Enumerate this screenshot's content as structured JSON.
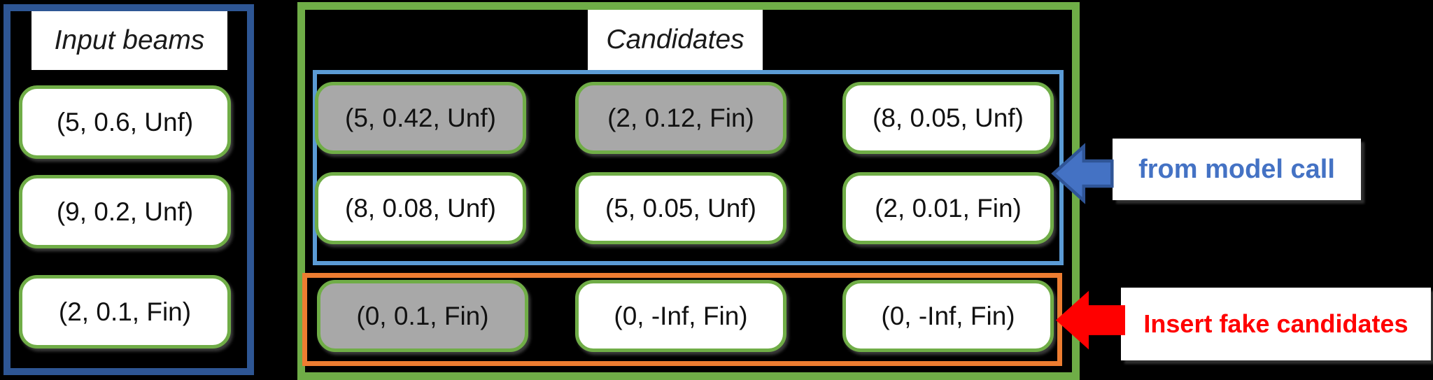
{
  "colors": {
    "background": "#000000",
    "input_panel_border": "#2e5694",
    "candidates_panel_border": "#6fad47",
    "cell_border_green": "#70ad47",
    "model_group_border": "#5b9bd5",
    "fake_group_border": "#ed7d31",
    "cell_gray_fill": "#a8a8a8",
    "arrow_blue_fill": "#4472c4",
    "arrow_blue_outline": "#2f5597",
    "arrow_red_fill": "#ff0000",
    "label_blue_text": "#4472c4",
    "label_red_text": "#ff0000"
  },
  "input_beams": {
    "title": "Input beams",
    "cells": [
      {
        "text": "(5, 0.6, Unf)",
        "variant": "white"
      },
      {
        "text": "(9, 0.2, Unf)",
        "variant": "white"
      },
      {
        "text": "(2, 0.1, Fin)",
        "variant": "white"
      }
    ]
  },
  "candidates": {
    "title": "Candidates",
    "model_call_rows": [
      [
        {
          "text": "(5, 0.42, Unf)",
          "variant": "gray"
        },
        {
          "text": "(2, 0.12, Fin)",
          "variant": "gray"
        },
        {
          "text": "(8, 0.05, Unf)",
          "variant": "white"
        }
      ],
      [
        {
          "text": "(8, 0.08, Unf)",
          "variant": "white"
        },
        {
          "text": "(5, 0.05, Unf)",
          "variant": "white"
        },
        {
          "text": "(2, 0.01, Fin)",
          "variant": "white"
        }
      ]
    ],
    "fake_row": [
      {
        "text": "(0, 0.1, Fin)",
        "variant": "gray"
      },
      {
        "text": "(0, -Inf, Fin)",
        "variant": "white"
      },
      {
        "text": "(0, -Inf, Fin)",
        "variant": "white"
      }
    ]
  },
  "annotations": {
    "from_model_call": "from model call",
    "insert_fake_candidates": "Insert fake candidates"
  }
}
